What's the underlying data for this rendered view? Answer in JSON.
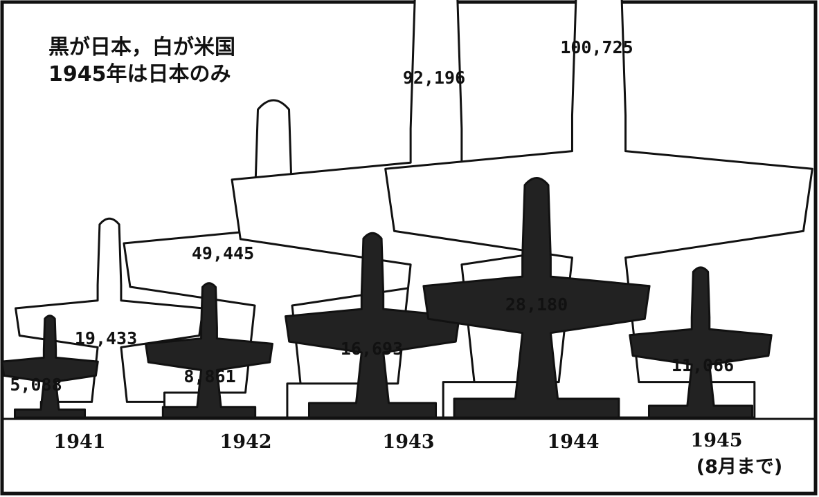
{
  "chart_data": {
    "type": "bar",
    "legend": [
      "黒が日本，白が米国",
      "1945年は日本のみ"
    ],
    "categories": [
      "1941",
      "1942",
      "1943",
      "1944",
      "1945"
    ],
    "category_note": [
      "",
      "",
      "",
      "",
      "(8月まで)"
    ],
    "series": [
      {
        "name": "日本",
        "fill": "#222222",
        "values": [
          5088,
          8861,
          16693,
          28180,
          11066
        ]
      },
      {
        "name": "米国",
        "fill": "#ffffff",
        "values": [
          19433,
          49445,
          92196,
          100725,
          null
        ]
      }
    ],
    "value_labels": {
      "japan": [
        "5,088",
        "8,861",
        "16,693",
        "28,180",
        "11,066"
      ],
      "usa": [
        "19,433",
        "49,445",
        "92,196",
        "100,725",
        ""
      ]
    }
  }
}
